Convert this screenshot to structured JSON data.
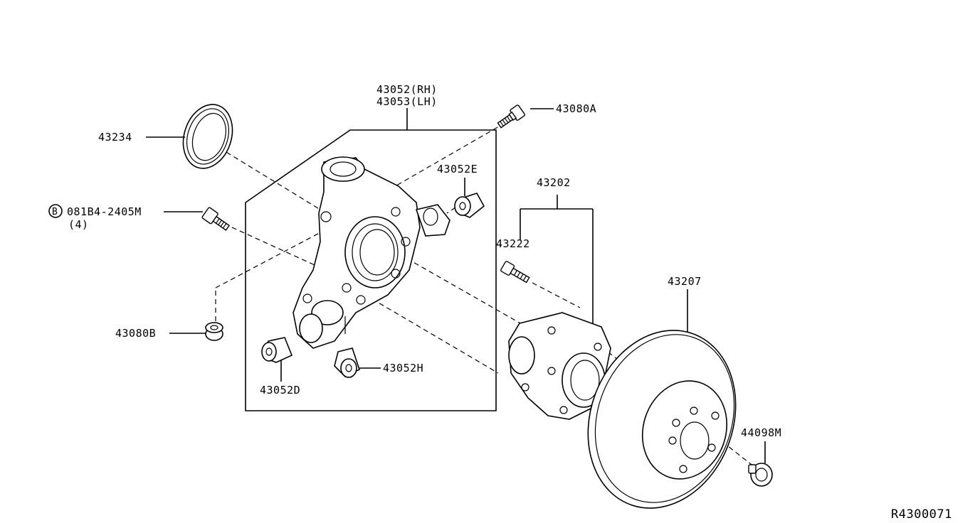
{
  "labels": {
    "knuckle_rh": "43052(RH)",
    "knuckle_lh": "43053(LH)",
    "bolt_a": "43080A",
    "seal": "43234",
    "bushing_e": "43052E",
    "hub_assy": "43202",
    "bolt_b_circle": "B",
    "bolt_b_part": "081B4-2405M",
    "bolt_b_qty": "(4)",
    "hub_bolt": "43222",
    "rotor": "43207",
    "nut_b": "43080B",
    "bushing_h": "43052H",
    "bushing_d": "43052D",
    "rotor_screw": "44098M",
    "ref_code": "R4300071"
  }
}
